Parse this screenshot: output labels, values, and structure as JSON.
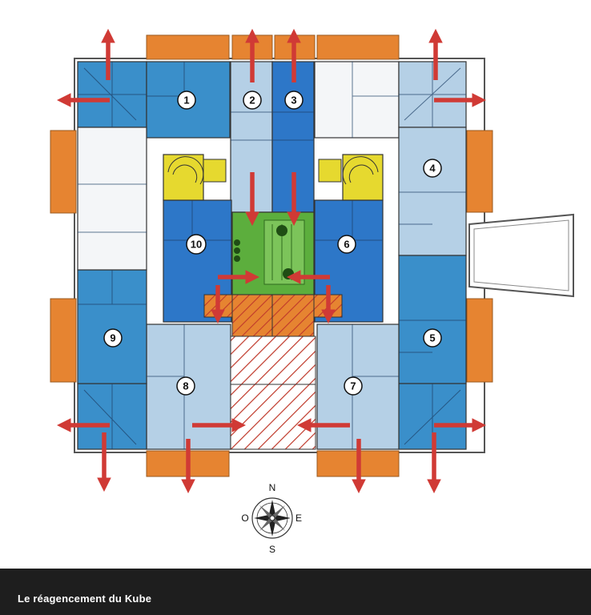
{
  "caption": "Le réagencement du Kube",
  "units": [
    {
      "label": "1"
    },
    {
      "label": "2"
    },
    {
      "label": "3"
    },
    {
      "label": "4"
    },
    {
      "label": "5"
    },
    {
      "label": "6"
    },
    {
      "label": "7"
    },
    {
      "label": "8"
    },
    {
      "label": "9"
    },
    {
      "label": "10"
    }
  ],
  "compass": {
    "n": "N",
    "s": "S",
    "e": "E",
    "w": "O"
  },
  "colors": {
    "dark_blue": "#2f87c6",
    "mid_blue": "#2d77c8",
    "light_blue": "#b5d0e6",
    "pale_blue": "#d6e6f4",
    "white_unit": "#f4f6f8",
    "balcony": "#e68431",
    "stairs": "#e6d92f",
    "garden": "#5cae3d",
    "arrow": "#d03a35",
    "hatch": "#c0392b"
  }
}
